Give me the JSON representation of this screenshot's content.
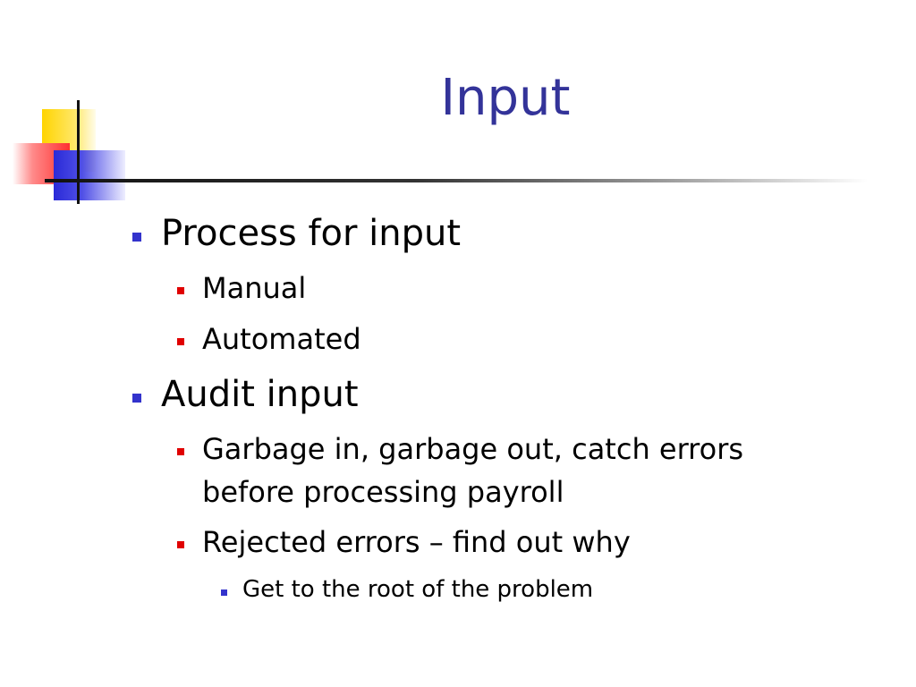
{
  "slide": {
    "title": "Input",
    "colors": {
      "title": "#333399",
      "bullet_level1": "#3333cc",
      "bullet_level2": "#e00000",
      "bullet_level3": "#3333cc"
    },
    "bullets": [
      {
        "text": "Process for input",
        "children": [
          {
            "text": "Manual"
          },
          {
            "text": "Automated"
          }
        ]
      },
      {
        "text": "Audit input",
        "children": [
          {
            "text": "Garbage in, garbage out, catch errors before processing payroll"
          },
          {
            "text": "Rejected errors – find out why",
            "children": [
              {
                "text": "Get to the root of the problem"
              }
            ]
          }
        ]
      }
    ]
  }
}
